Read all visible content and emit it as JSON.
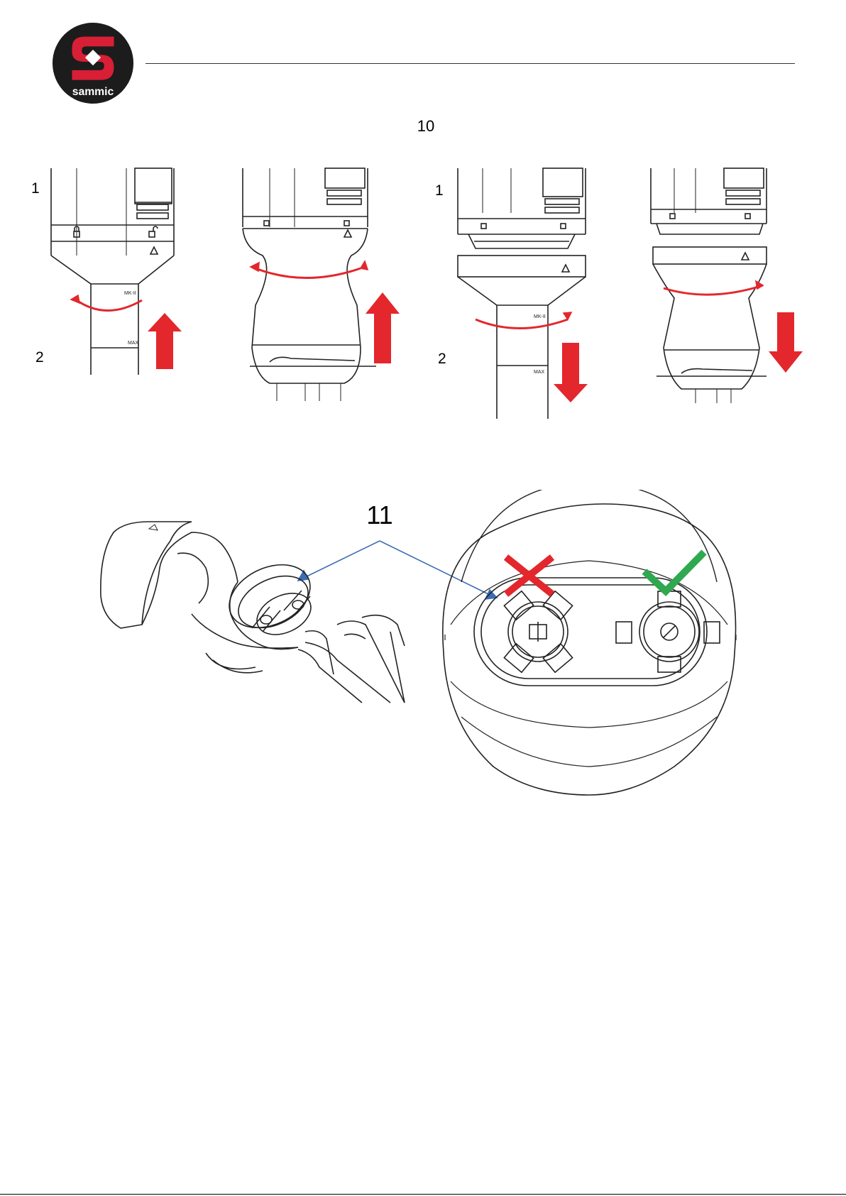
{
  "header": {
    "brand_name": "sammic",
    "brand_color": "#d81f35",
    "logo_background": "#1c1c1c"
  },
  "figure10": {
    "label": "10",
    "steps": {
      "a1": "1",
      "a2": "2",
      "b1": "1",
      "b2": "2"
    },
    "shaft_marks": {
      "mid": "MK-II",
      "max": "MAX"
    },
    "arrow_color": "#e3272c",
    "icons": [
      "lock-icon",
      "unlock-icon",
      "triangle-icon",
      "rotate-arrow-icon",
      "up-arrow-icon",
      "down-arrow-icon"
    ]
  },
  "figure11": {
    "label": "11",
    "wrong_mark_color": "#e3272c",
    "right_mark_color": "#2fa84f",
    "pointer_color": "#3d6db5",
    "icons": [
      "cross-icon",
      "check-icon"
    ]
  }
}
